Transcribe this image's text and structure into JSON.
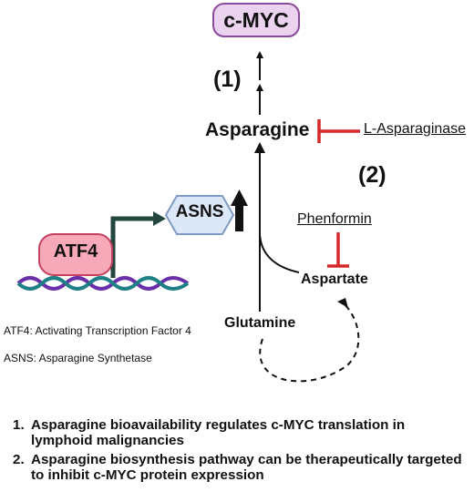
{
  "diagram": {
    "nodes": {
      "c_myc": "c-MYC",
      "asparagine": "Asparagine",
      "l_asparaginase": "L-Asparaginase",
      "asns": "ASNS",
      "atf4": "ATF4",
      "phenformin": "Phenformin",
      "aspartate": "Aspartate",
      "glutamine": "Glutamine"
    },
    "steps": {
      "one": "(1)",
      "two": "(2)"
    },
    "legend": {
      "atf4": "ATF4: Activating Transcription Factor 4",
      "asns": "ASNS: Asparagine Synthetase"
    },
    "colors": {
      "c_myc_fill": "#ebd3f0",
      "c_myc_border": "#8a4a99",
      "asns_fill": "#dce7f7",
      "asns_border": "#7f9bc4",
      "atf4_fill": "#f7a9b9",
      "atf4_border": "#c4405c",
      "inhibitor": "#d62828",
      "dna_strand_a": "#6a2ea8",
      "dna_strand_b": "#1f7f86",
      "activation_arrow": "#23463f"
    }
  },
  "notes": [
    {
      "num": "1.",
      "text": "Asparagine bioavailability regulates c-MYC translation in lymphoid malignancies"
    },
    {
      "num": "2.",
      "text": "Asparagine biosynthesis pathway can be therapeutically targeted to inhibit c-MYC protein expression"
    }
  ]
}
